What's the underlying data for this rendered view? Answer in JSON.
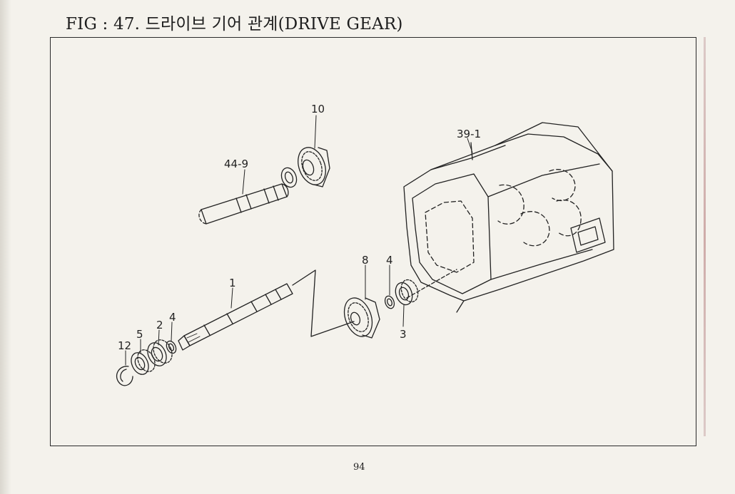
{
  "figure": {
    "title": "FIG : 47. 드라이브 기어 관계(DRIVE GEAR)",
    "page_number": "94"
  },
  "callouts": {
    "gear_10": "10",
    "shaft_44_9": "44-9",
    "housing_39_1": "39-1",
    "gear_8": "8",
    "snap_ring_4_right": "4",
    "bearing_3": "3",
    "main_shaft_1": "1",
    "snap_ring_4_left": "4",
    "bearing_2": "2",
    "collar_5": "5",
    "ring_12": "12"
  }
}
